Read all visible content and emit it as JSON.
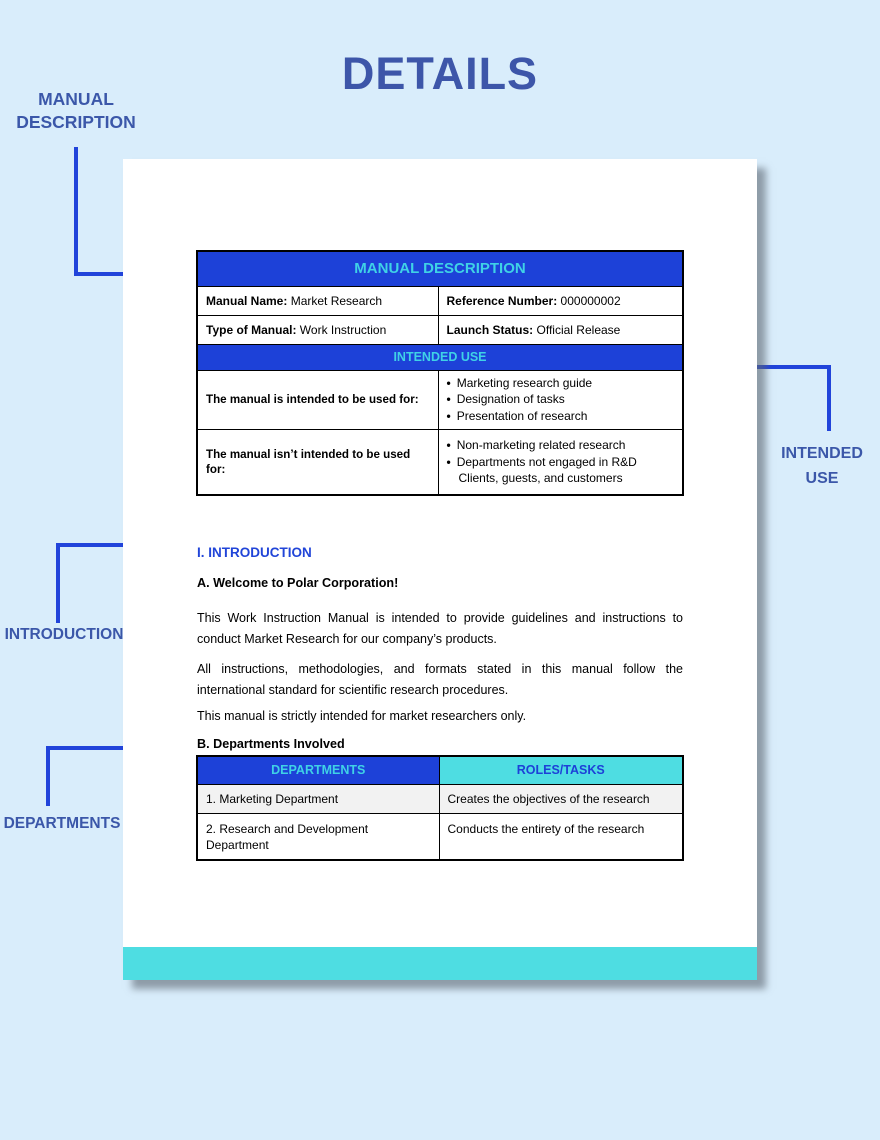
{
  "title": "DETAILS",
  "annotations": {
    "manual_description": {
      "line1": "MANUAL",
      "line2": "DESCRIPTION"
    },
    "intended_use": {
      "line1": "INTENDED",
      "line2": "USE"
    },
    "introduction": {
      "label": "INTRODUCTION"
    },
    "departments": {
      "label": "DEPARTMENTS"
    }
  },
  "document": {
    "manual_table": {
      "header": "MANUAL DESCRIPTION",
      "rows": [
        {
          "left_label": "Manual Name:",
          "left_value": "Market Research",
          "right_label": "Reference Number:",
          "right_value": "000000002"
        },
        {
          "left_label": "Type of Manual:",
          "left_value": "Work Instruction",
          "right_label": "Launch Status:",
          "right_value": "Official Release"
        }
      ],
      "band": "INTENDED USE",
      "intended_rows": [
        {
          "label": "The manual is intended to be used for:",
          "bullets": [
            "Marketing research guide",
            "Designation of tasks",
            "Presentation of research"
          ]
        },
        {
          "label": "The manual isn’t intended to be used for:",
          "bullets": [
            "Non-marketing related research",
            "Departments not engaged in R&D"
          ],
          "extra_line": "Clients, guests, and customers"
        }
      ]
    },
    "introduction": {
      "heading": "I. INTRODUCTION",
      "subheading_a": "A. Welcome to Polar Corporation!",
      "paragraphs": [
        "This Work Instruction Manual is intended to provide guidelines and instructions to conduct Market Research for our company’s products.",
        "All instructions, methodologies, and formats stated in this manual follow the international standard for scientific research procedures.",
        "This manual is strictly intended for market researchers only."
      ],
      "subheading_b": "B. Departments Involved"
    },
    "departments_table": {
      "headers": [
        "DEPARTMENTS",
        "ROLES/TASKS"
      ],
      "rows": [
        {
          "department": "1. Marketing Department",
          "role": "Creates the objectives of the research"
        },
        {
          "department": "2. Research and Development Department",
          "role": "Conducts the entirety of the research"
        }
      ]
    }
  },
  "colors": {
    "canvas_bg": "#d9edfb",
    "accent_blue": "#1d41d8",
    "accent_turquoise": "#4edde2",
    "header_text_cyan": "#3fd2e6",
    "annotation_blue": "#3b57a9",
    "connector_blue": "#2144da",
    "row_alt_gray": "#f2f2f2"
  }
}
